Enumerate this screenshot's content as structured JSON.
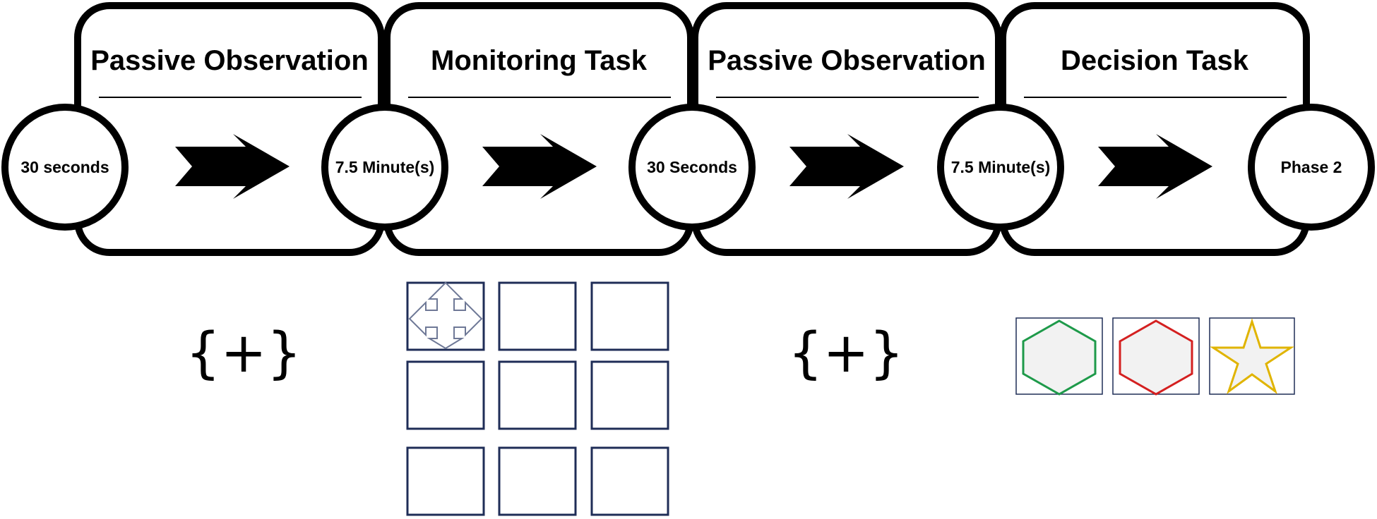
{
  "phases": [
    {
      "title": "Passive Observation"
    },
    {
      "title": "Monitoring Task"
    },
    {
      "title": "Passive Observation"
    },
    {
      "title": "Decision Task"
    }
  ],
  "nodes": [
    {
      "label": "30 seconds"
    },
    {
      "label": "7.5 Minute(s)"
    },
    {
      "label": "30 Seconds"
    },
    {
      "label": "7.5 Minute(s)"
    },
    {
      "label": "Phase 2"
    }
  ],
  "fixation": {
    "symbol": "{+}"
  },
  "monitoring_grid": {
    "rows": 3,
    "cols": 3,
    "cursor_icon": "move-cursor-icon"
  },
  "decision_options": [
    {
      "shape": "hexagon",
      "color": "#1e9a4a"
    },
    {
      "shape": "hexagon",
      "color": "#d42020"
    },
    {
      "shape": "star",
      "color": "#e0b400"
    }
  ],
  "colors": {
    "stroke": "#000000",
    "grid_border": "#1f2d57",
    "option_fill": "#f2f2f2"
  }
}
